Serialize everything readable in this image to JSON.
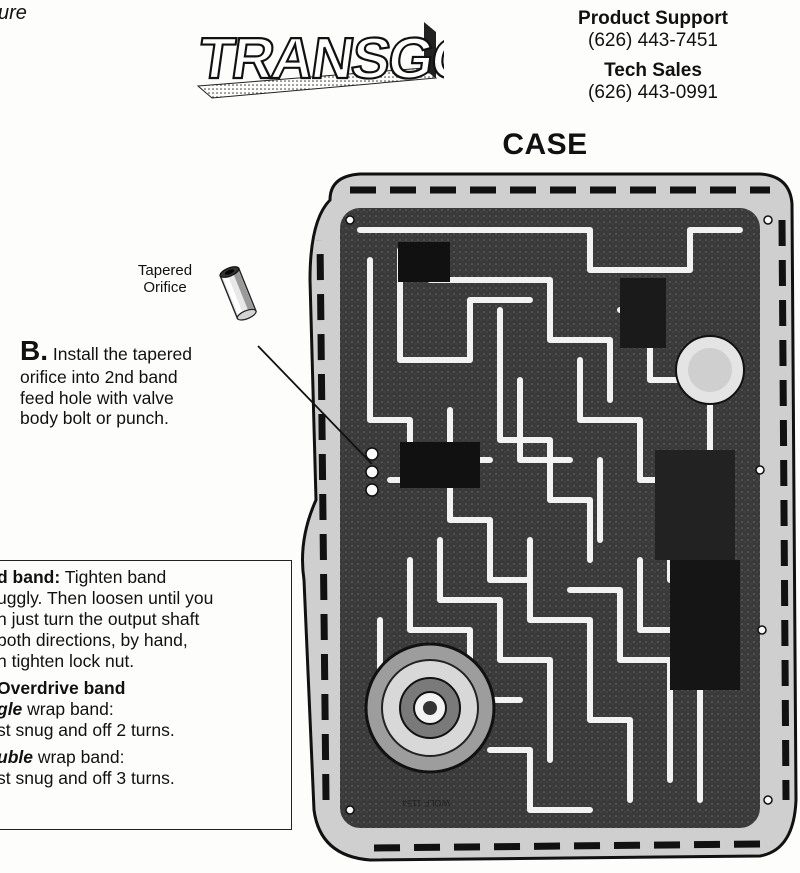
{
  "header": {
    "corner_text": "ure",
    "logo_text": "TRANSGO",
    "support": {
      "product_support_label": "Product Support",
      "product_support_phone": "(626) 443-7451",
      "tech_sales_label": "Tech Sales",
      "tech_sales_phone": "(626) 443-0991"
    }
  },
  "diagram": {
    "case_label": "CASE",
    "tapered_label_line1": "Tapered",
    "tapered_label_line2": "Orifice",
    "part_marking": "WOLF 1154"
  },
  "step_b": {
    "letter": "B.",
    "text_line1": "Install the tapered",
    "text_line2": "orifice into 2nd band",
    "text_line3": "feed hole with valve",
    "text_line4": "body bolt or punch."
  },
  "band_note": {
    "line1_bold": "d band:",
    "line1_rest": " Tighten band",
    "line2": "uggly. Then loosen until you",
    "line3": "n just turn the output shaft",
    "line4": "both directions, by hand,",
    "line5": "n tighten lock nut.",
    "line6_bold": " Overdrive band",
    "line7_bi": "gle",
    "line7_rest": " wrap band:",
    "line8": "st snug and off 2 turns.",
    "line9_bi": "uble",
    "line9_rest": " wrap band:",
    "line10": "st snug and off 3 turns."
  }
}
